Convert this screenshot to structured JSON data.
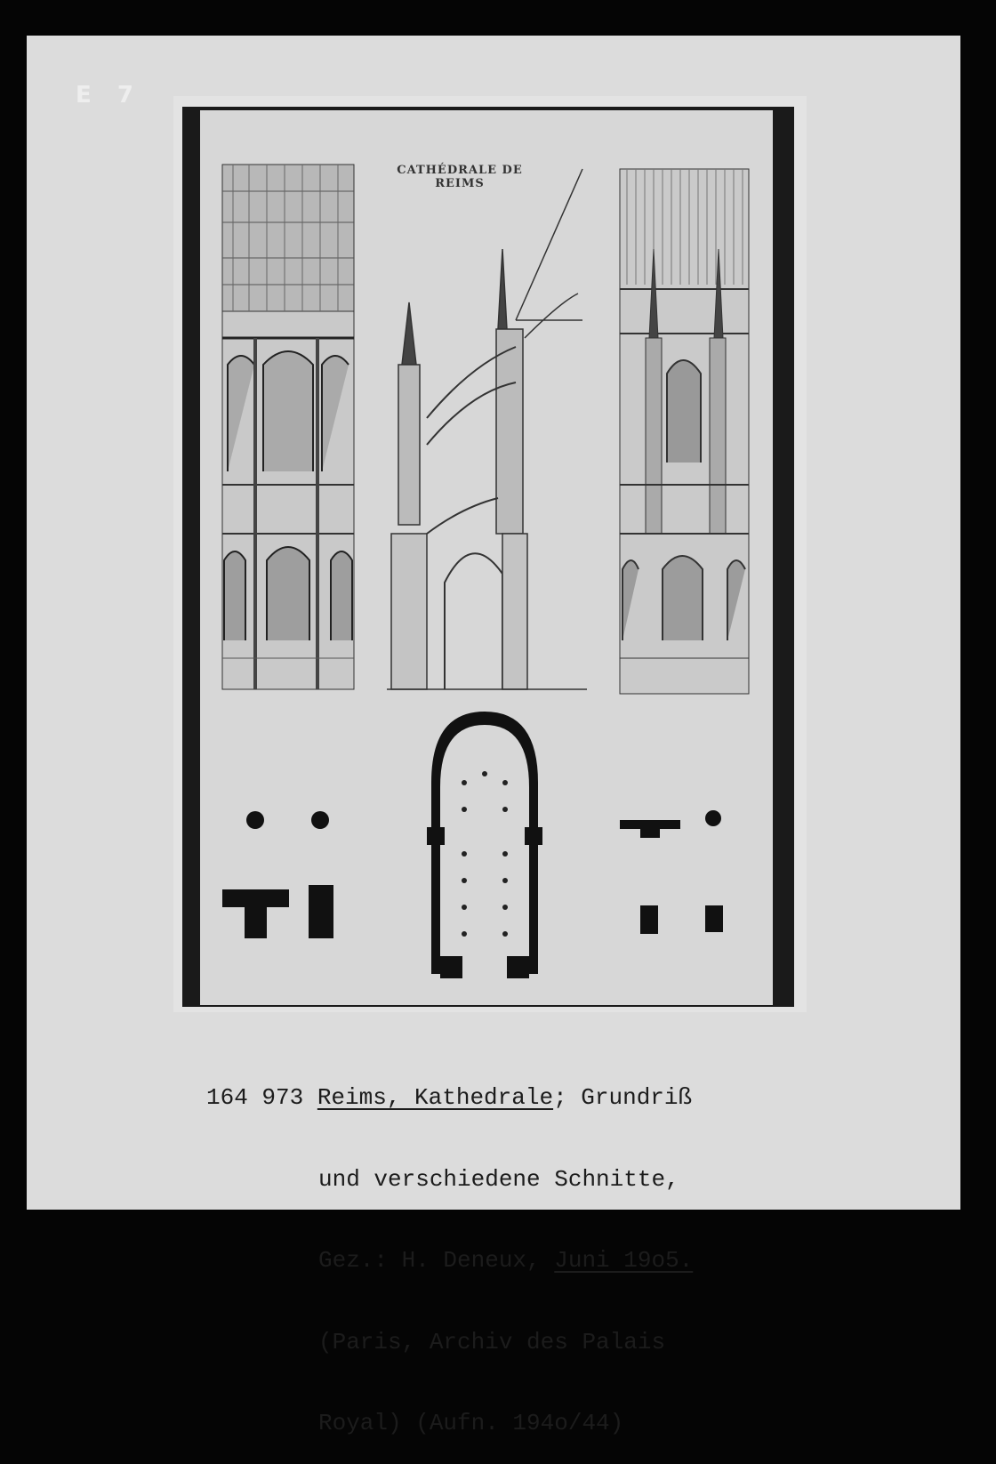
{
  "card": {
    "corner_mark": "E 7"
  },
  "drawing": {
    "title": "CATHÉDRALE DE REIMS"
  },
  "caption": {
    "number": "164 973",
    "subject": "Reims, Kathedrale",
    "line1_rest": "; Grundriß",
    "line2": "und verschiedene Schnitte,",
    "line3_prefix": "Gez.: H. Deneux, ",
    "date": "Juni 19o5.",
    "line4": "(Paris, Archiv des Palais",
    "line5": "Royal) (Aufn. 194o/44)"
  }
}
